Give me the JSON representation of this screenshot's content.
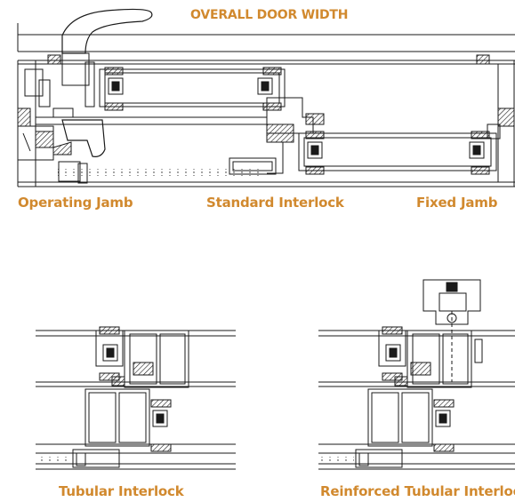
{
  "labels": {
    "overall_width": "OVERALL DOOR WIDTH",
    "operating_jamb": "Operating Jamb",
    "standard_interlock": "Standard Interlock",
    "fixed_jamb": "Fixed Jamb",
    "tubular_interlock": "Tubular Interlock",
    "reinforced_tubular_interlock": "Reinforced Tubular Interlock"
  },
  "colors": {
    "label": "#d1892e",
    "line": "#1a1a1a",
    "hatch": "#1a1a1a"
  }
}
